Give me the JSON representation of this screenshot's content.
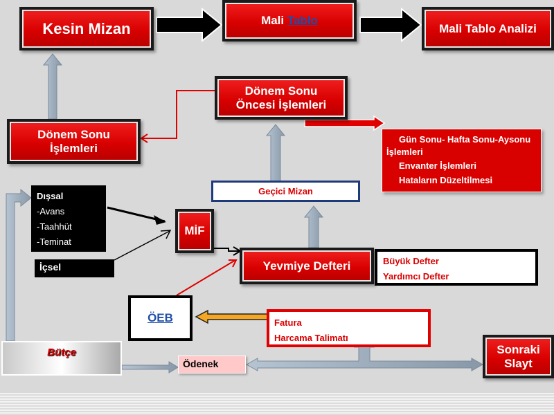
{
  "nodes": {
    "kesin_mizan": "Kesin Mizan",
    "mali_tablo_prefix": "Mali",
    "mali_tablo_link": "Tablo",
    "mali_tablo_analizi": "Mali Tablo Analizi",
    "donem_sonu_oncesi_line1": "Dönem Sonu",
    "donem_sonu_oncesi_line2": "Öncesi İşlemleri",
    "donem_sonu_line1": "Dönem Sonu",
    "donem_sonu_line2": "İşlemleri",
    "gecici_mizan": "Geçici Mizan",
    "mif": "MİF",
    "yevmiye_defteri": "Yevmiye Defteri",
    "oeb": "ÖEB",
    "butce": "Bütçe",
    "odenek": "Ödenek",
    "sonraki_slayt_line1": "Sonraki",
    "sonraki_slayt_line2": "Slayt"
  },
  "dissal": {
    "title": "Dışsal",
    "items": [
      "-Avans",
      "-Taahhüt",
      "-Teminat"
    ]
  },
  "icsel": "İçsel",
  "gun_sonu": {
    "items": [
      "Gün Sonu- Hafta Sonu-Aysonu İşlemleri",
      "Envanter İşlemleri",
      "Hataların Düzeltilmesi"
    ]
  },
  "defterler": {
    "items": [
      "Büyük Defter",
      "Yardımcı Defter"
    ]
  },
  "fatura": {
    "items": [
      "Fatura",
      "Harcama Talimatı"
    ]
  },
  "colors": {
    "accent_red": "#d90000",
    "navy": "#1f3a7a",
    "link_blue": "#1f4fa8",
    "connector_gray": "#9fb0c0",
    "orange_arrow": "#f5a623"
  }
}
